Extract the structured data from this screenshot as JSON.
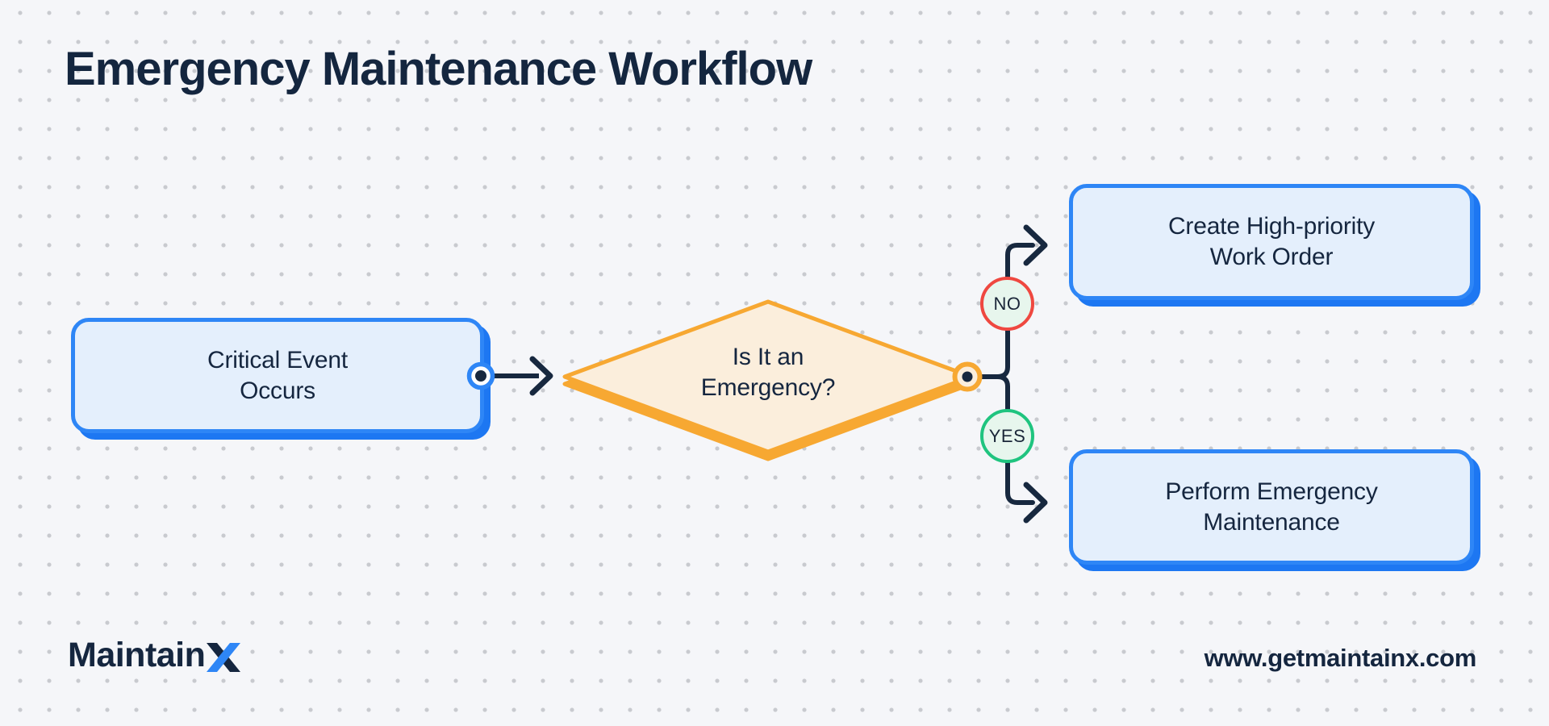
{
  "title": "Emergency Maintenance Workflow",
  "nodes": {
    "critical_event": {
      "lines": [
        "Critical Event",
        "Occurs"
      ]
    },
    "decision": {
      "lines": [
        "Is It an",
        "Emergency?"
      ]
    },
    "create_work_order": {
      "lines": [
        "Create High-priority",
        "Work Order"
      ]
    },
    "perform_maintenance": {
      "lines": [
        "Perform Emergency",
        "Maintenance"
      ]
    }
  },
  "branch_labels": {
    "no": "NO",
    "yes": "YES"
  },
  "footer": {
    "brand_prefix": "Maintain",
    "brand_suffix_icon": "x-logo-mark",
    "website": "www.getmaintainx.com"
  },
  "colors": {
    "background": "#F5F6F9",
    "dot_grid": "#C8CACF",
    "navy_text": "#14263F",
    "connector_line": "#17283F",
    "process_border": "#2E86F6",
    "process_shadow": "#1D77F2",
    "process_fill": "#E4EFFC",
    "decision_border": "#F7A832",
    "decision_fill": "#FBEEDC",
    "no_border": "#EF4840",
    "yes_border": "#1FC47F",
    "badge_fill": "#E7F6ED",
    "brand_blue": "#2E86F6"
  }
}
